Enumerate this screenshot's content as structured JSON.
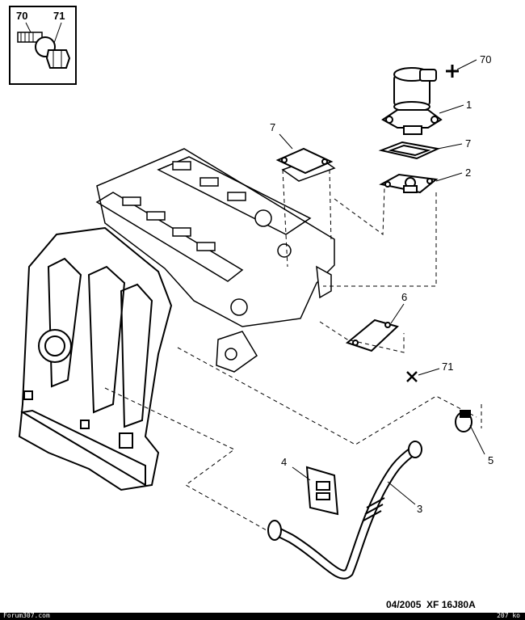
{
  "inset": {
    "label_a": "70",
    "label_b": "71"
  },
  "callouts": {
    "c70": "70",
    "c1": "1",
    "c7a": "7",
    "c7b": "7",
    "c2": "2",
    "c6": "6",
    "c71": "71",
    "c5": "5",
    "c4": "4",
    "c3": "3"
  },
  "footer": {
    "reference": "04/2005  XF 16J80A",
    "source": "Forum307.com",
    "size": "207 ko"
  }
}
